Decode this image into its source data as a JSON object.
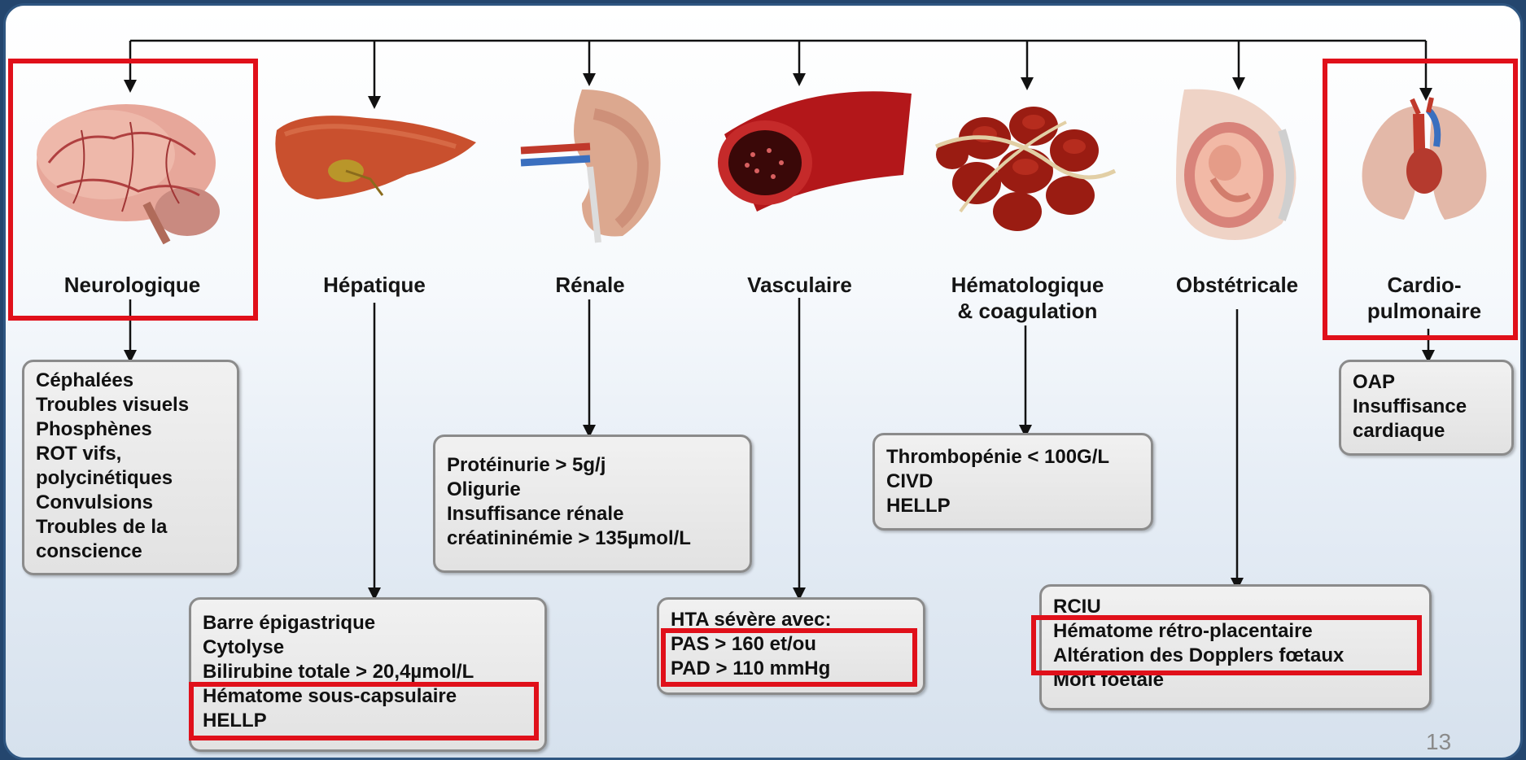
{
  "categories": [
    {
      "label": "Neurologique"
    },
    {
      "label": "Hépatique"
    },
    {
      "label": "Rénale"
    },
    {
      "label": "Vasculaire"
    },
    {
      "label": "Hématologique",
      "label2": "& coagulation"
    },
    {
      "label": "Obstétricale"
    },
    {
      "label": "Cardio-",
      "label2": "pulmonaire"
    }
  ],
  "boxes": {
    "neuro": [
      "Céphalées",
      "Troubles visuels",
      "Phosphènes",
      "ROT vifs,",
      "polycinétiques",
      "Convulsions",
      "Troubles de la",
      "conscience"
    ],
    "hepatique": [
      "Barre épigastrique",
      "Cytolyse",
      "Bilirubine totale > 20,4µmol/L",
      "Hématome sous-capsulaire",
      "HELLP"
    ],
    "renale": [
      "Protéinurie > 5g/j",
      "Oligurie",
      "Insuffisance rénale",
      "créatininémie > 135µmol/L"
    ],
    "vasculaire": [
      "HTA sévère avec:",
      "PAS > 160 et/ou",
      "PAD > 110 mmHg"
    ],
    "hemato": [
      "Thrombopénie < 100G/L",
      "CIVD",
      "HELLP"
    ],
    "obstetricale": [
      "RCIU",
      "Hématome rétro-placentaire",
      "Altération des Dopplers fœtaux",
      "Mort foetale"
    ],
    "cardio": [
      "OAP",
      "Insuffisance",
      "cardiaque"
    ]
  },
  "page_number": "13",
  "colors": {
    "highlight": "#e0101a",
    "slide_frame": "#24466e",
    "box_border": "#8b8b8b"
  }
}
